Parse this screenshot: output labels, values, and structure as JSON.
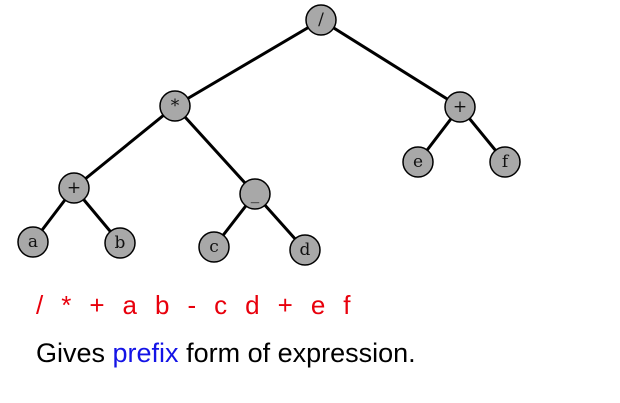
{
  "colors": {
    "node_fill": "#a8a8a8",
    "edge": "#000000",
    "prefix_text": "#e8000c",
    "highlight": "#1414e6"
  },
  "tree": {
    "nodes": [
      {
        "id": "root",
        "label": "/"
      },
      {
        "id": "mul",
        "label": "*"
      },
      {
        "id": "plus2",
        "label": "+"
      },
      {
        "id": "plus1",
        "label": "+"
      },
      {
        "id": "minus",
        "label": "_"
      },
      {
        "id": "e",
        "label": "e"
      },
      {
        "id": "f",
        "label": "f"
      },
      {
        "id": "a",
        "label": "a"
      },
      {
        "id": "b",
        "label": "b"
      },
      {
        "id": "c",
        "label": "c"
      },
      {
        "id": "d",
        "label": "d"
      }
    ],
    "edges": [
      [
        "root",
        "mul"
      ],
      [
        "root",
        "plus2"
      ],
      [
        "mul",
        "plus1"
      ],
      [
        "mul",
        "minus"
      ],
      [
        "plus2",
        "e"
      ],
      [
        "plus2",
        "f"
      ],
      [
        "plus1",
        "a"
      ],
      [
        "plus1",
        "b"
      ],
      [
        "minus",
        "c"
      ],
      [
        "minus",
        "d"
      ]
    ]
  },
  "prefix_tokens": [
    "/",
    "*",
    "+",
    "a",
    "b",
    "-",
    "c",
    "d",
    "+",
    "e",
    "f"
  ],
  "caption": {
    "before": "Gives ",
    "highlight": "prefix",
    "after": " form of expression."
  }
}
